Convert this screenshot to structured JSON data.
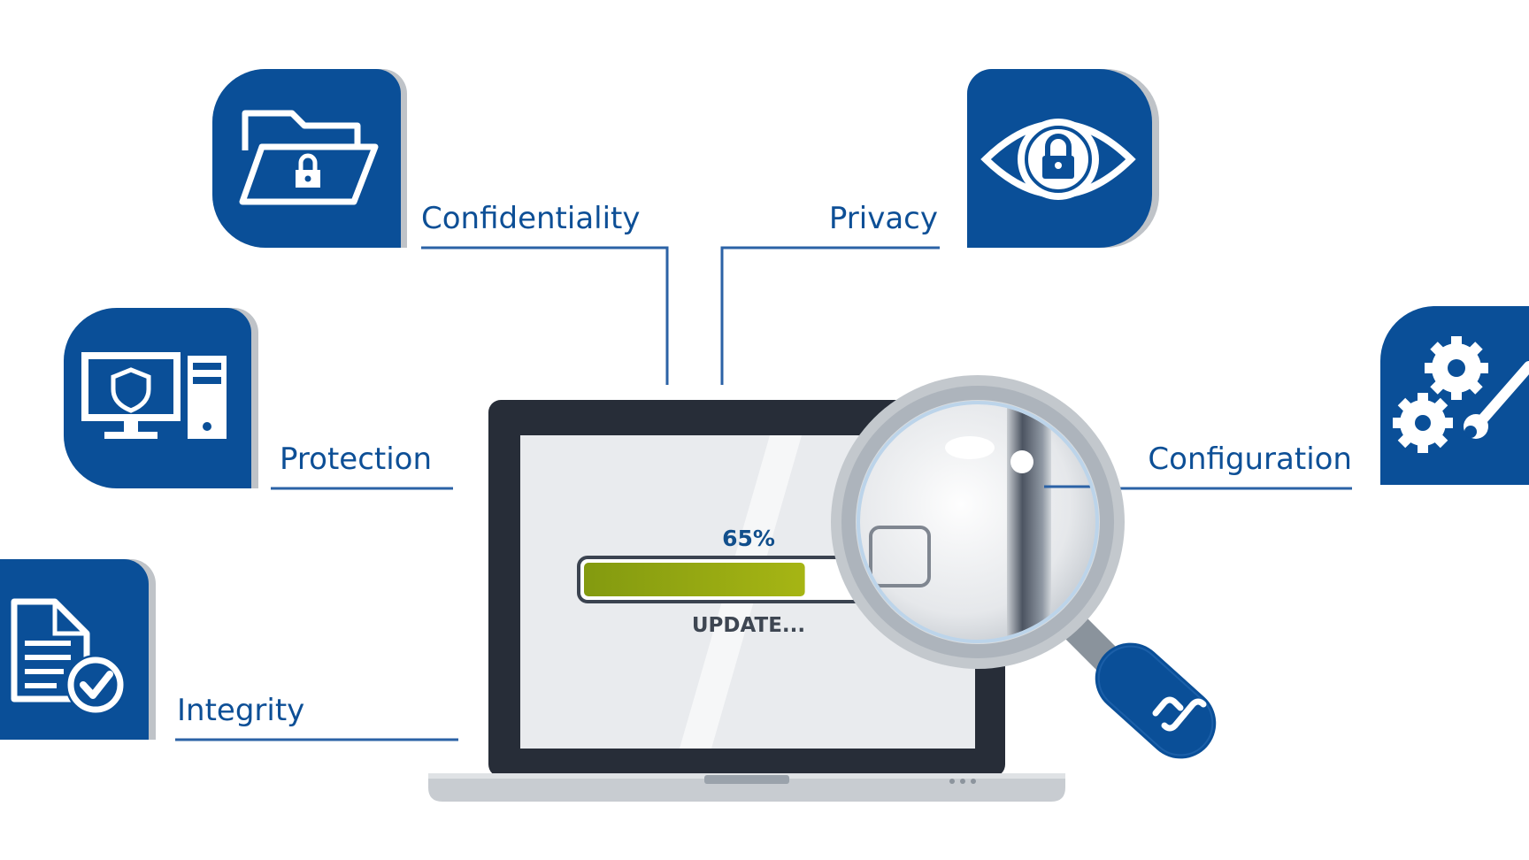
{
  "labels": {
    "confidentiality": "Confidentiality",
    "privacy": "Privacy",
    "protection": "Protection",
    "configuration": "Configuration",
    "integrity": "Integrity"
  },
  "laptop": {
    "progress_text": "65%",
    "progress_value": 0.65,
    "status_text": "UPDATE..."
  },
  "icons": {
    "confidentiality": "folder-lock-icon",
    "privacy": "eye-lock-icon",
    "protection": "computer-shield-icon",
    "configuration": "gears-wrench-icon",
    "integrity": "document-check-icon",
    "magnifier": "magnifying-glass-icon"
  },
  "colors": {
    "brand_blue": "#0a4f98",
    "progress_green": "#96a912",
    "laptop_bezel": "#272d38",
    "line_blue": "#2b62a6"
  }
}
